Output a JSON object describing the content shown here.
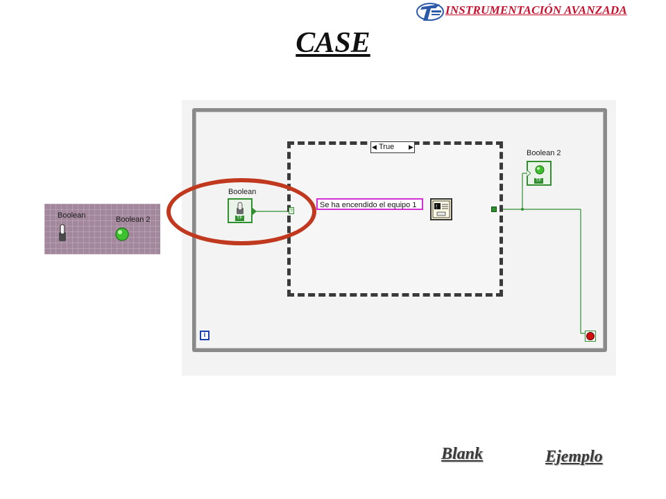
{
  "header": {
    "brand_text": "INSTRUMENTACIÓN AVANZADA",
    "logo_icon": "university-logo-icon"
  },
  "title": "CASE",
  "front_panel": {
    "boolean_label": "Boolean",
    "boolean2_label": "Boolean 2",
    "boolean_control": "toggle-switch-icon",
    "boolean2_indicator": "led-icon"
  },
  "block_diagram": {
    "case_selector_value": "True",
    "boolean_label": "Boolean",
    "boolean2_label": "Boolean 2",
    "tf_label": "TF",
    "string_constant": "Se ha encendido el equipo 1",
    "dialog_vi_icon": "one-button-dialog-icon",
    "iteration_terminal": "i",
    "stop_terminal_icon": "loop-condition-stop-icon"
  },
  "links": {
    "blank": "Blank",
    "ejemplo": "Ejemplo"
  },
  "colors": {
    "brand": "#c8102e",
    "front_panel_bg": "#a3879c",
    "boolean_wire": "#2f8f2f",
    "string_wire": "#d42fd4",
    "highlight": "#c0391f"
  }
}
